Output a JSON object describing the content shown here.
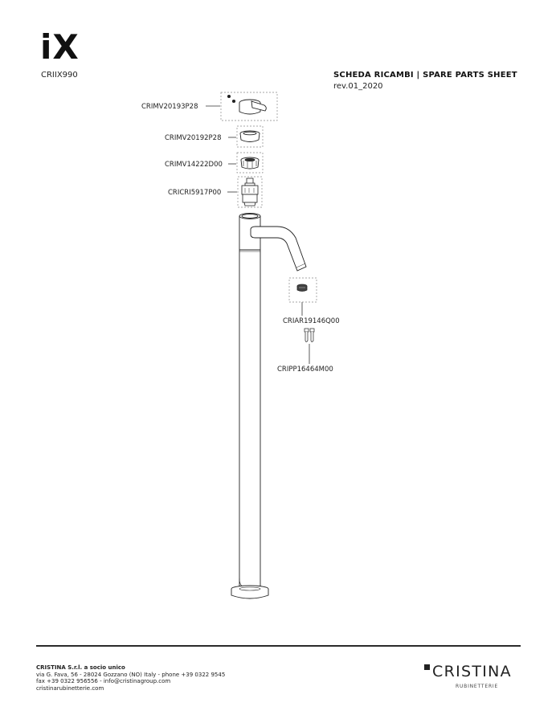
{
  "header": {
    "logo": "iX",
    "model_code": "CRIIX990",
    "sheet_title": "SCHEDA RICAMBI | SPARE PARTS SHEET",
    "revision": "rev.01_2020"
  },
  "parts": [
    {
      "code": "CRIMV20193P28"
    },
    {
      "code": "CRIMV20192P28"
    },
    {
      "code": "CRIMV14222D00"
    },
    {
      "code": "CRICRI5917P00"
    },
    {
      "code": "CRIAR19146Q00"
    },
    {
      "code": "CRIPP16464M00"
    }
  ],
  "footer": {
    "company_name": "CRISTINA S.r.l. a socio unico",
    "address": "via G. Fava, 56 - 28024 Gozzano (NO) Italy - phone +39 0322 9545",
    "contact": "fax +39 0322 956556 - info@cristinagroup.com",
    "website": "cristinarubinetterie.com",
    "brand_name": "CRISTINA",
    "brand_sub": "RUBINETTERIE"
  }
}
